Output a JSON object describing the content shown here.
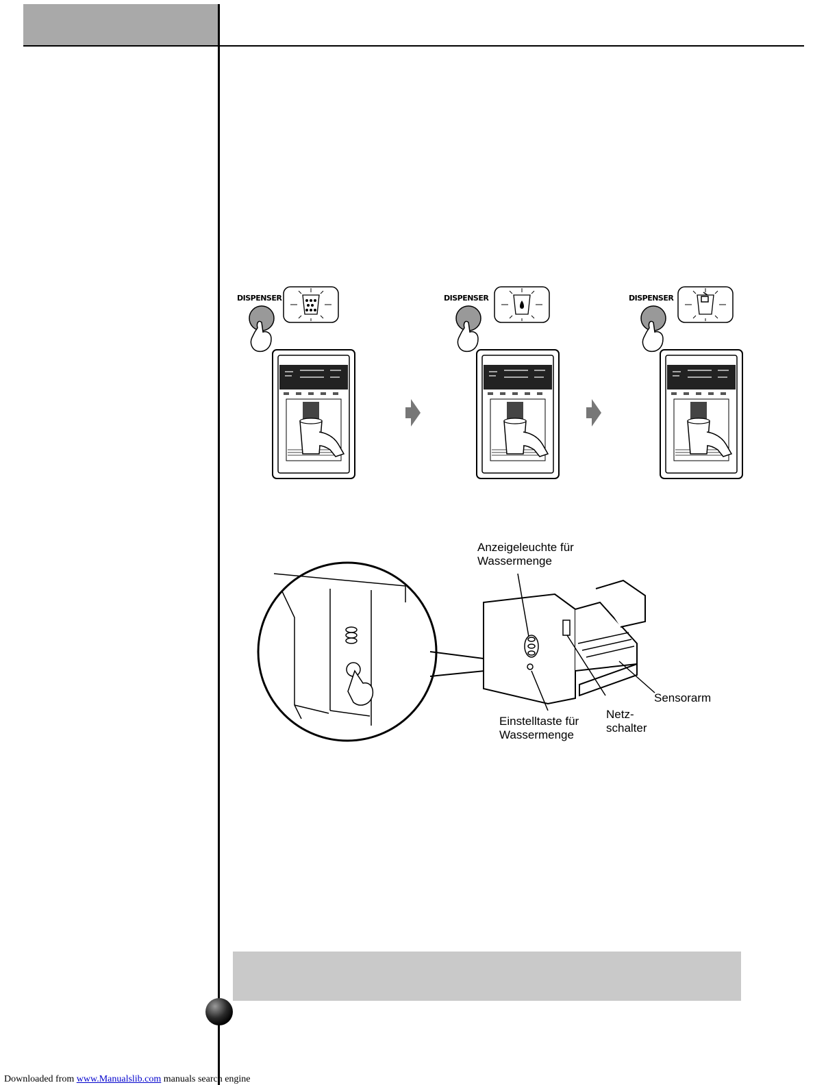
{
  "dispenser_steps": [
    {
      "button_label": "DISPENSER",
      "mode_icon": "crushed-ice-icon"
    },
    {
      "button_label": "DISPENSER",
      "mode_icon": "water-icon"
    },
    {
      "button_label": "DISPENSER",
      "mode_icon": "cubed-ice-icon"
    }
  ],
  "icemaker_labels": {
    "indicator": [
      "Anzeigeleuchte für",
      "Wassermenge"
    ],
    "adjust_button": [
      "Einstelltaste für",
      "Wassermenge"
    ],
    "power_switch": [
      "Netz-",
      "schalter"
    ],
    "sensor_arm": "Sensorarm"
  },
  "footer": {
    "prefix": "Downloaded from ",
    "link_text": "www.Manualslib.com",
    "suffix": "  manuals search engine"
  }
}
